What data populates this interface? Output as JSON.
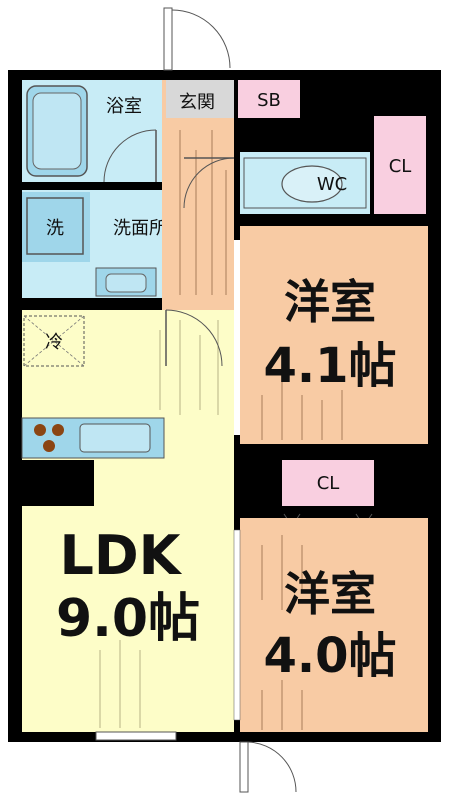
{
  "rooms": {
    "bath": "浴室",
    "entrance": "玄関",
    "shoe_box": "SB",
    "toilet": "WC",
    "closet_top": "CL",
    "washer": "洗",
    "washroom": "洗面所",
    "fridge": "冷",
    "bedroom1_name": "洋室",
    "bedroom1_size": "4.1帖",
    "closet_mid": "CL",
    "ldk_name": "LDK",
    "ldk_size": "9.0帖",
    "bedroom2_name": "洋室",
    "bedroom2_size": "4.0帖"
  },
  "colors": {
    "wall": "#000000",
    "ldk_floor": "#fdfdc8",
    "bedroom_floor": "#f8cba4",
    "wet_area": "#c8ecf6",
    "closet": "#f9cfe0",
    "entrance_floor": "#d8d8d8",
    "fixture": "#9fd6ea"
  }
}
